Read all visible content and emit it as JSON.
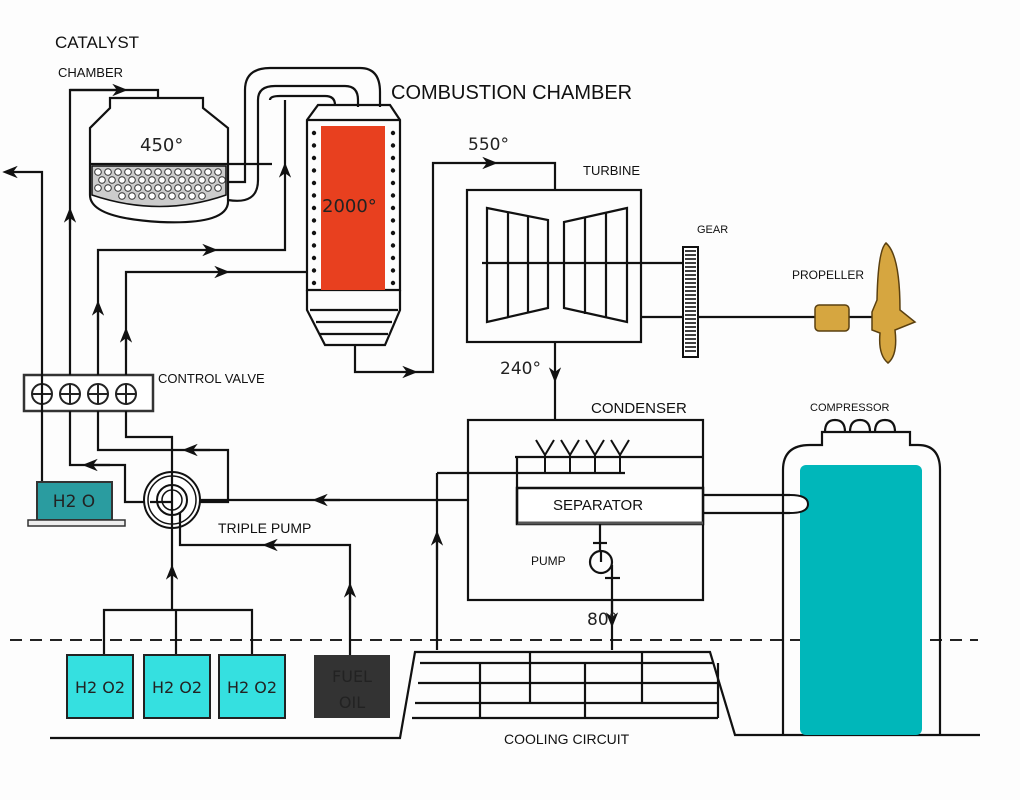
{
  "labels": {
    "catalyst": "CATALYST",
    "chamber": "CHAMBER",
    "combustion_chamber": "COMBUSTION CHAMBER",
    "turbine": "TURBINE",
    "gear": "GEAR",
    "propeller": "PROPELLER",
    "control_valve": "CONTROL VALVE",
    "condenser": "CONDENSER",
    "compressor": "COMPRESSOR",
    "separator": "SEPARATOR",
    "triple_pump": "TRIPLE PUMP",
    "pump": "PUMP",
    "cooling_circuit": "COOLING CIRCUIT",
    "h2o": "H2 O",
    "h2o2_tanks": [
      "H2 O2",
      "H2 O2",
      "H2 O2"
    ],
    "fuel_oil_line1": "FUEL",
    "fuel_oil_line2": "OIL"
  },
  "temperatures": {
    "catalyst": "450°",
    "combustion": "2000°",
    "turbine_in": "550°",
    "turbine_out": "240°",
    "condensate": "80°"
  },
  "colors": {
    "combustion_fill": "#e8401f",
    "tank_fill": "#35e0e0",
    "h2o_fill": "#2a9ca0",
    "compressor_fill": "#00b7ba",
    "fuel_fill": "#333333",
    "propeller_fill": "#d6a640"
  }
}
